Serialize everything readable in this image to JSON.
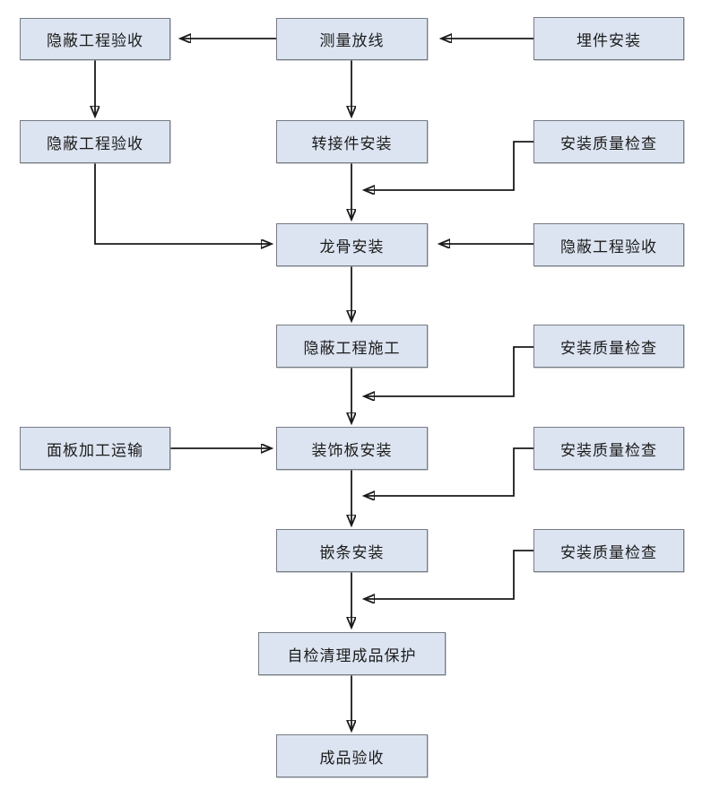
{
  "colors": {
    "node_fill": "#dce4f1",
    "node_border": "#777b83",
    "arrow": "#1a1a1a",
    "background": "#ffffff"
  },
  "nodes": {
    "hidden_acceptance_top": {
      "label": "隐蔽工程验收"
    },
    "measure_layout": {
      "label": "测量放线"
    },
    "embed_install": {
      "label": "埋件安装"
    },
    "hidden_acceptance_left": {
      "label": "隐蔽工程验收"
    },
    "adapter_install": {
      "label": "转接件安装"
    },
    "quality_check_1": {
      "label": "安装质量检查"
    },
    "keel_install": {
      "label": "龙骨安装"
    },
    "hidden_acceptance_right": {
      "label": "隐蔽工程验收"
    },
    "hidden_work": {
      "label": "隐蔽工程施工"
    },
    "quality_check_2": {
      "label": "安装质量检查"
    },
    "panel_transport": {
      "label": "面板加工运输"
    },
    "panel_install": {
      "label": "装饰板安装"
    },
    "quality_check_3": {
      "label": "安装质量检查"
    },
    "trim_install": {
      "label": "嵌条安装"
    },
    "quality_check_4": {
      "label": "安装质量检查"
    },
    "self_check": {
      "label": "自检清理成品保护"
    },
    "final_acceptance": {
      "label": "成品验收"
    }
  },
  "edges": [
    {
      "from": "embed_install",
      "to": "measure_layout"
    },
    {
      "from": "measure_layout",
      "to": "hidden_acceptance_top"
    },
    {
      "from": "hidden_acceptance_top",
      "to": "hidden_acceptance_left"
    },
    {
      "from": "measure_layout",
      "to": "adapter_install"
    },
    {
      "from": "adapter_install",
      "to": "keel_install"
    },
    {
      "from": "quality_check_1",
      "to": "keel_install"
    },
    {
      "from": "hidden_acceptance_left",
      "to": "keel_install"
    },
    {
      "from": "hidden_acceptance_right",
      "to": "keel_install"
    },
    {
      "from": "keel_install",
      "to": "hidden_work"
    },
    {
      "from": "hidden_work",
      "to": "panel_install"
    },
    {
      "from": "quality_check_2",
      "to": "panel_install"
    },
    {
      "from": "panel_transport",
      "to": "panel_install"
    },
    {
      "from": "panel_install",
      "to": "trim_install"
    },
    {
      "from": "quality_check_3",
      "to": "trim_install"
    },
    {
      "from": "trim_install",
      "to": "self_check"
    },
    {
      "from": "quality_check_4",
      "to": "self_check"
    },
    {
      "from": "self_check",
      "to": "final_acceptance"
    }
  ]
}
